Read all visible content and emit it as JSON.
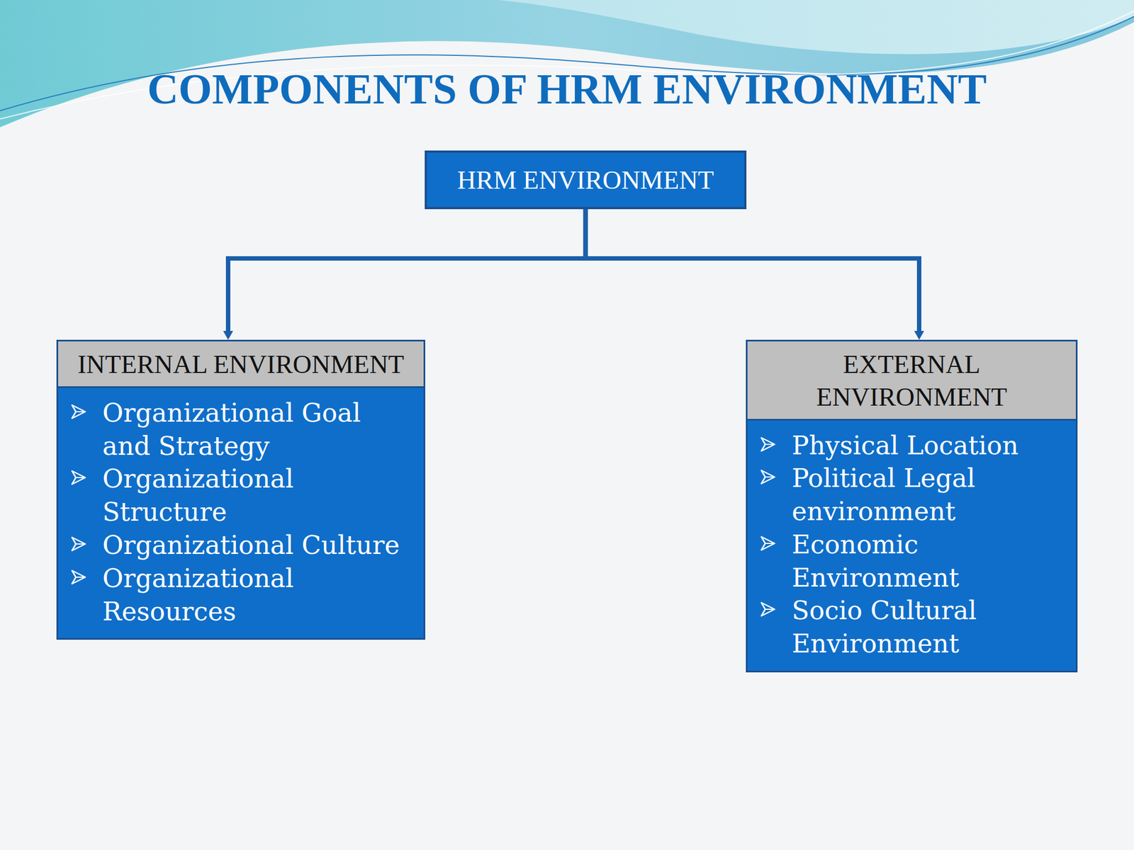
{
  "diagram": {
    "title": "COMPONENTS OF HRM ENVIRONMENT",
    "nodes": [
      {
        "text": [
          "HRM ENVIRONMENT"
        ]
      },
      {
        "text": [
          "INTERNAL ENVIRONMENT",
          "Organizational Goal and Strategy",
          "Organizational Structure",
          "Organizational Culture",
          "Organizational Resources"
        ]
      },
      {
        "text": [
          "EXTERNAL ENVIRONMENT",
          "Physical Location",
          "Political Legal environment",
          "Economic Environment",
          "Socio Cultural Environment"
        ]
      }
    ],
    "edges": [
      {
        "from": 0,
        "to": 1,
        "arrow": "to"
      },
      {
        "from": 0,
        "to": 2,
        "arrow": "to"
      }
    ]
  }
}
